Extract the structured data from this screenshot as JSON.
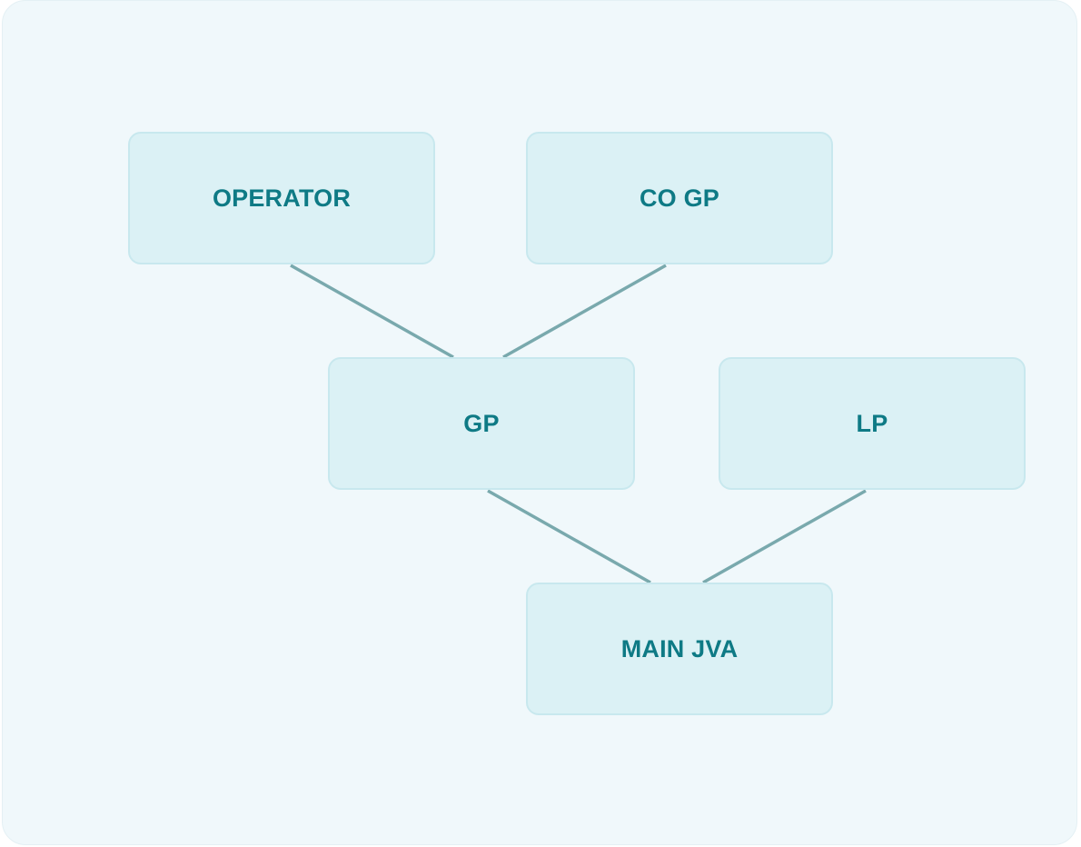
{
  "diagram": {
    "nodes": [
      {
        "id": "operator",
        "label": "OPERATOR"
      },
      {
        "id": "cogp",
        "label": "CO GP"
      },
      {
        "id": "gp",
        "label": "GP"
      },
      {
        "id": "lp",
        "label": "LP"
      },
      {
        "id": "mainjva",
        "label": "MAIN JVA"
      }
    ],
    "edges": [
      {
        "from": "operator",
        "to": "gp"
      },
      {
        "from": "cogp",
        "to": "gp"
      },
      {
        "from": "gp",
        "to": "mainjva"
      },
      {
        "from": "lp",
        "to": "mainjva"
      }
    ]
  },
  "colors": {
    "background": "#f0f8fb",
    "node_fill": "#dbf1f5",
    "node_border": "#c8e8ee",
    "node_text": "#0e7a85",
    "connector": "#79a9ad"
  }
}
